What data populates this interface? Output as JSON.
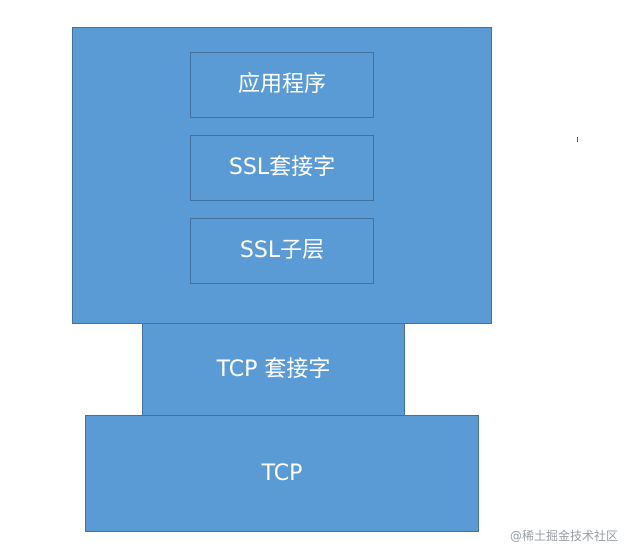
{
  "diagram": {
    "outer_block_title": "",
    "inner_boxes": [
      {
        "label": "应用程序"
      },
      {
        "label": "SSL套接字"
      },
      {
        "label": "SSL子层"
      }
    ],
    "tcp_socket": {
      "label": "TCP 套接字"
    },
    "tcp": {
      "label": "TCP"
    }
  },
  "watermark": {
    "text": "@稀土掘金技术社区"
  },
  "colors": {
    "block_fill": "#5b9bd5",
    "block_border": "#41719c",
    "text": "#ffffff"
  }
}
